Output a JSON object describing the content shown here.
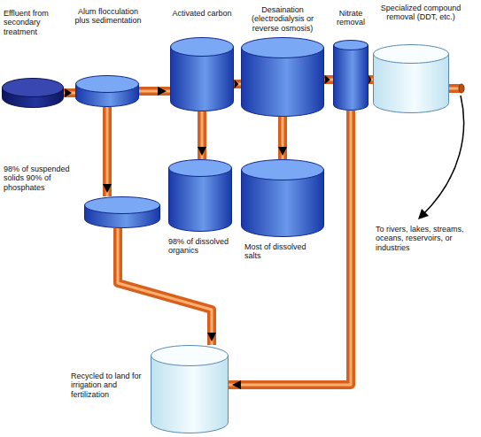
{
  "diagram": {
    "nodes": [
      {
        "text": [
          "Effluent from secondary treatment"
        ]
      },
      {
        "text": [
          "Alum flocculation plus sedimentation"
        ]
      },
      {
        "text": [
          "Activated carbon"
        ]
      },
      {
        "text": [
          "Desaination (electrodialysis or reverse osmosis)"
        ]
      },
      {
        "text": [
          "Nitrate removal"
        ]
      },
      {
        "text": [
          "Specialized compound removal (DDT, etc.)"
        ]
      },
      {
        "text": [
          "98% of suspended solids 90% of phosphates"
        ]
      },
      {
        "text": [
          "98% of dissolved organics"
        ]
      },
      {
        "text": [
          "Most of dissolved salts"
        ]
      },
      {
        "text": [
          "Recycled to land for irrigation and fertilization"
        ]
      }
    ],
    "edges": [
      {
        "from": 0,
        "to": 1,
        "arrow": "to"
      },
      {
        "from": 1,
        "to": 2,
        "arrow": "to"
      },
      {
        "from": 2,
        "to": 3,
        "arrow": "to"
      },
      {
        "from": 3,
        "to": 4,
        "arrow": "to"
      },
      {
        "from": 4,
        "to": 5,
        "arrow": "to"
      },
      {
        "from": 1,
        "to": 6,
        "arrow": "to"
      },
      {
        "from": 2,
        "to": 7,
        "arrow": "to"
      },
      {
        "from": 3,
        "to": 8,
        "arrow": "to"
      },
      {
        "from": 6,
        "to": 9,
        "arrow": "to"
      },
      {
        "from": 4,
        "to": 9,
        "arrow": "to"
      }
    ],
    "labels": [
      "To rivers, lakes, streams, oceans, reservoirs, or industries"
    ]
  }
}
